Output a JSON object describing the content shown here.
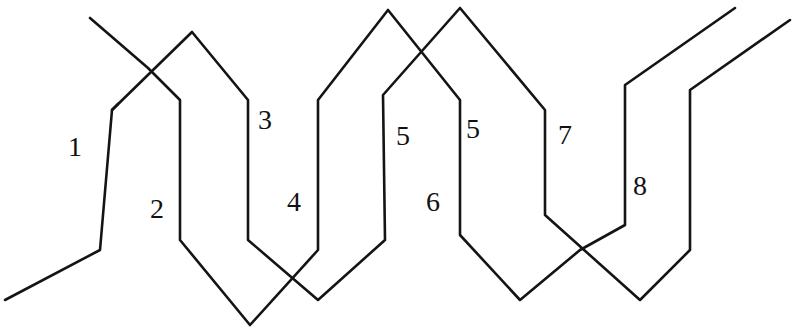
{
  "diagram": {
    "labels": [
      "1",
      "2",
      "3",
      "4",
      "5",
      "5",
      "6",
      "7",
      "8"
    ]
  }
}
